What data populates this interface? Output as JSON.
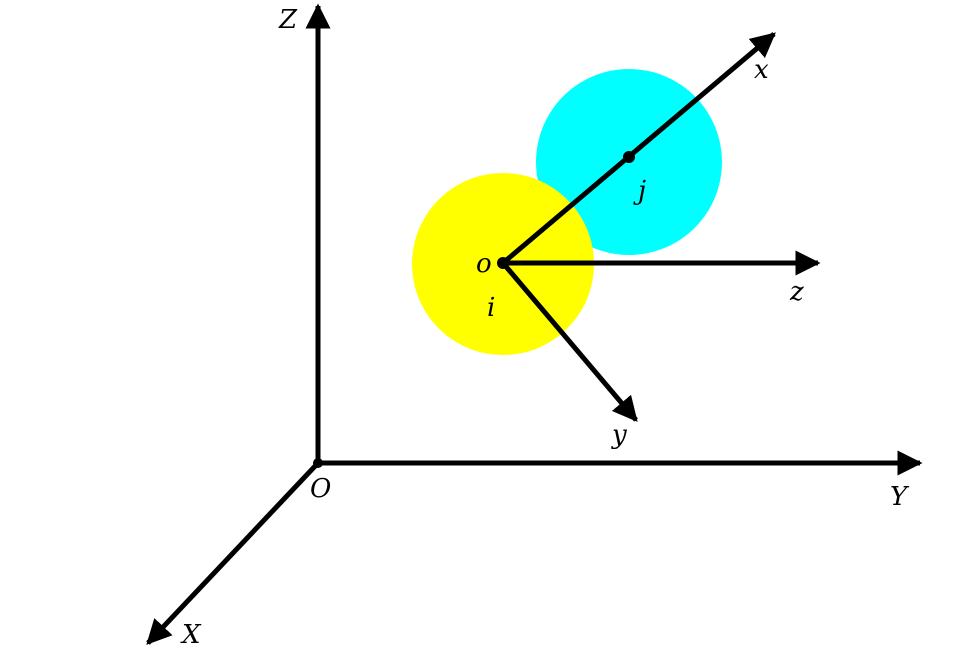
{
  "labels": {
    "global_origin": "O",
    "global_x": "X",
    "global_y": "Y",
    "global_z": "Z",
    "local_origin": "o",
    "local_x": "x",
    "local_y": "y",
    "local_z": "z",
    "atom_i": "i",
    "atom_j": "j"
  },
  "colors": {
    "atom_i": "#ffff00",
    "atom_j": "#00ffff",
    "axes": "#000000"
  }
}
